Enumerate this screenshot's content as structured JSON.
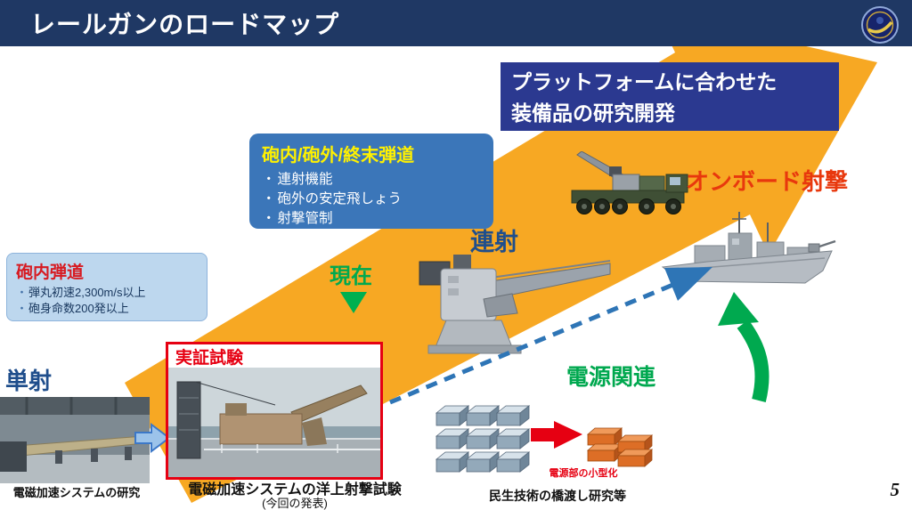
{
  "header": {
    "title": "レールガンのロードマップ",
    "logo": "atla-emblem"
  },
  "platform_box": {
    "line1": "プラットフォームに合わせた",
    "line2": "装備品の研究開発"
  },
  "ballistics_box": {
    "heading": "砲内/砲外/終末弾道",
    "bullets": [
      "連射機能",
      "砲外の安定飛しょう",
      "射撃管制"
    ]
  },
  "bore_box": {
    "heading": "砲内弾道",
    "bullets": [
      "弾丸初速2,300m/s以上",
      "砲身命数200発以上"
    ]
  },
  "labels": {
    "current": "現在",
    "rapid_fire": "連射",
    "onboard_firing": "オンボード射撃",
    "single_shot": "単射",
    "demo_test": "実証試験",
    "power_related": "電源関連"
  },
  "captions": {
    "em_research": "電磁加速システムの研究",
    "sea_firing_test": "電磁加速システムの洋上射撃試験",
    "this_announcement": "(今回の発表)",
    "civil_tech": "民生技術の橋渡し研究等",
    "power_miniaturization": "電源部の小型化"
  },
  "page_number": "5",
  "colors": {
    "header_bg": "#1F3864",
    "roadmap_arrow_orange": "#F7A823",
    "platform_box_blue": "#2B3990",
    "ballistics_box_blue": "#3B76B9",
    "bore_box_light_blue": "#BDD7EE",
    "accent_blue": "#2E75B6",
    "accent_green": "#00A94F",
    "accent_red": "#E60012"
  }
}
